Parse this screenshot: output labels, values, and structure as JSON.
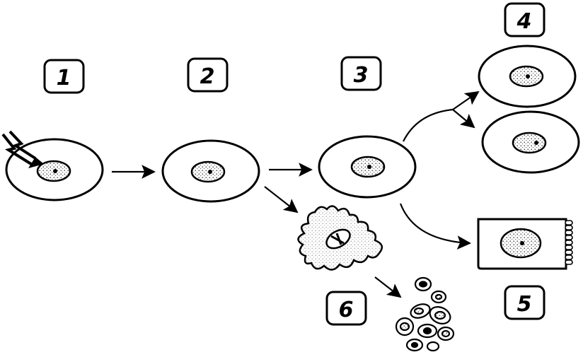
{
  "diagram": {
    "stage_labels": [
      {
        "id": "1",
        "text": "1"
      },
      {
        "id": "2",
        "text": "2"
      },
      {
        "id": "3",
        "text": "3"
      },
      {
        "id": "4",
        "text": "4"
      },
      {
        "id": "5",
        "text": "5"
      },
      {
        "id": "6",
        "text": "6"
      }
    ],
    "colors": {
      "ink": "#000000",
      "background": "#ffffff"
    }
  }
}
